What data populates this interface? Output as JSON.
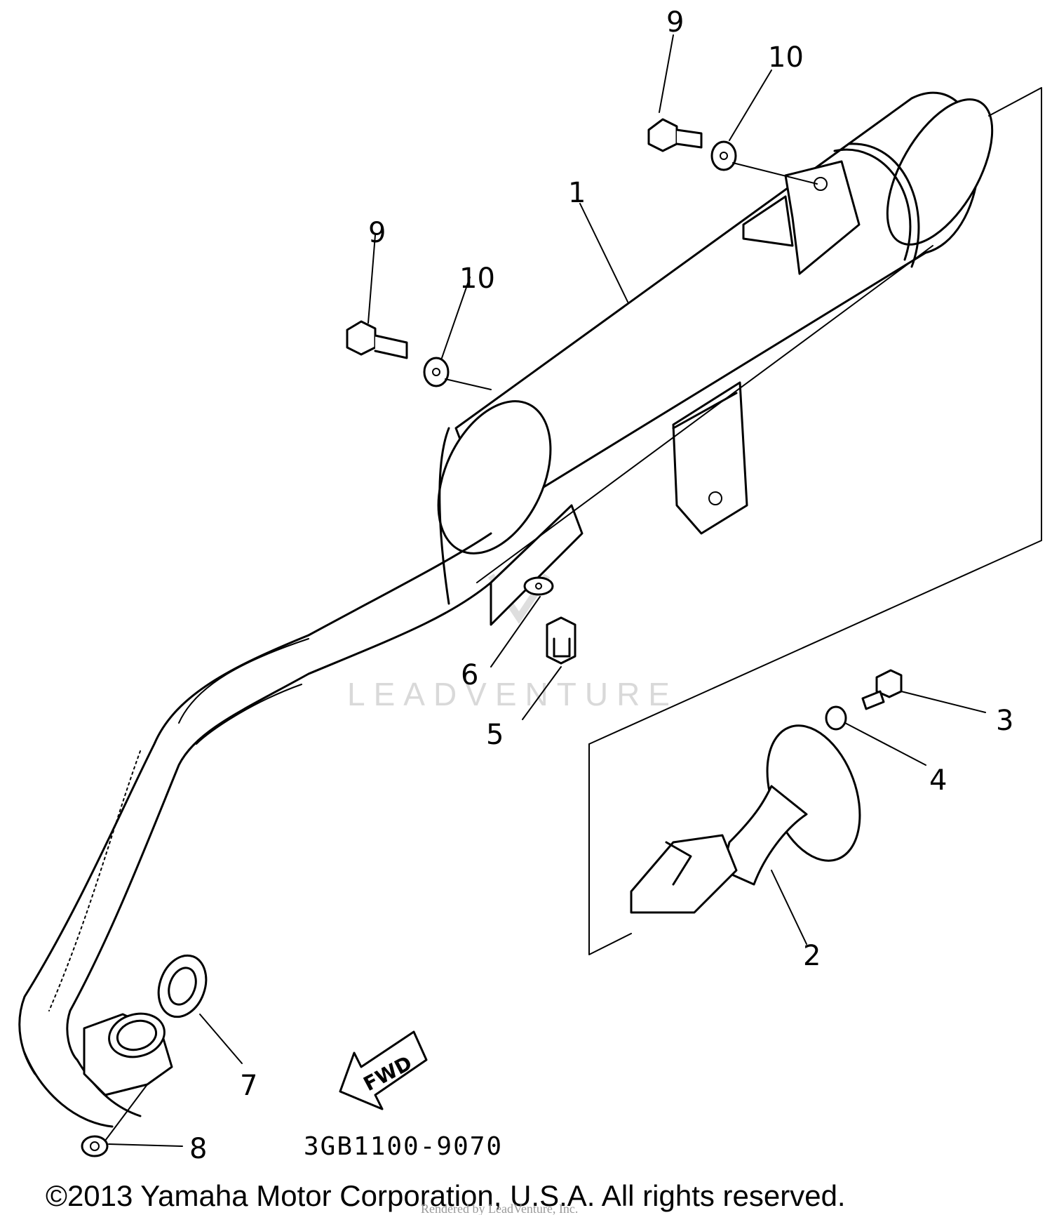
{
  "callouts": [
    {
      "id": "1",
      "text": "1"
    },
    {
      "id": "2",
      "text": "2"
    },
    {
      "id": "3",
      "text": "3"
    },
    {
      "id": "4",
      "text": "4"
    },
    {
      "id": "5",
      "text": "5"
    },
    {
      "id": "6",
      "text": "6"
    },
    {
      "id": "7",
      "text": "7"
    },
    {
      "id": "8",
      "text": "8"
    },
    {
      "id": "9a",
      "text": "9"
    },
    {
      "id": "10a",
      "text": "10"
    },
    {
      "id": "9b",
      "text": "9"
    },
    {
      "id": "10b",
      "text": "10"
    }
  ],
  "diagram_code": "3GB1100-9070",
  "fwd_label": "FWD",
  "watermark": "LEADVENTURE",
  "copyright": "©2013 Yamaha Motor Corporation, U.S.A. All rights reserved.",
  "rendered_by": "Rendered by LeadVenture, Inc."
}
